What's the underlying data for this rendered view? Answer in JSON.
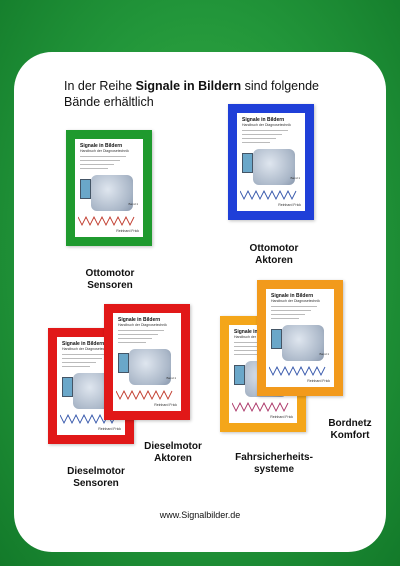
{
  "intro": {
    "before": "In der Reihe ",
    "bold": "Signale in Bildern",
    "after": " sind folgende Bände erhältlich"
  },
  "book_cover": {
    "title": "Signale in Bildern",
    "subtitle": "Handbuch der Diagnosetechnik",
    "volume": "Band 1",
    "author": "Reinhard Frick"
  },
  "books": [
    {
      "id": "ottomotor-sensoren",
      "color": "#1f9a2e",
      "label_lines": [
        "Ottomotor",
        "Sensoren"
      ]
    },
    {
      "id": "ottomotor-aktoren",
      "color": "#1f3fd8",
      "label_lines": [
        "Ottomotor",
        "Aktoren"
      ]
    },
    {
      "id": "dieselmotor-sensoren",
      "color": "#e11818",
      "label_lines": [
        "Dieselmotor",
        "Sensoren"
      ]
    },
    {
      "id": "dieselmotor-aktoren",
      "color": "#e11818",
      "label_lines": [
        "Dieselmotor",
        "Aktoren"
      ]
    },
    {
      "id": "fahrsicherheitssysteme",
      "color": "#f4a61a",
      "label_lines": [
        "Fahrsicherheits-",
        "systeme"
      ]
    },
    {
      "id": "bordnetz-komfort",
      "color": "#f29a1c",
      "label_lines": [
        "Bordnetz",
        "Komfort"
      ]
    }
  ],
  "website": "www.Signalbilder.de"
}
